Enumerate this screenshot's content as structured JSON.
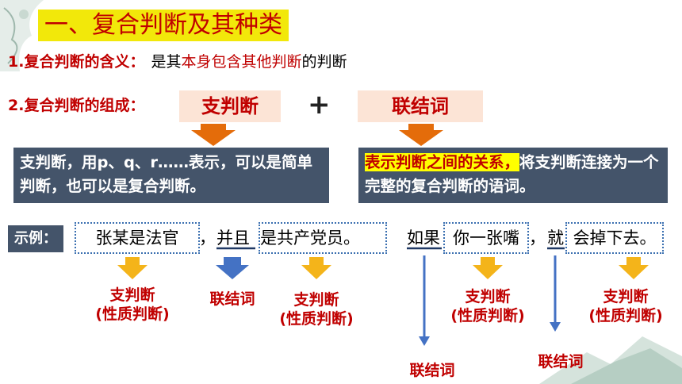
{
  "title": "一、复合判断及其种类",
  "definition": {
    "label": "1.复合判断的含义：",
    "prefix": "是其",
    "highlight": "本身包含其他判断",
    "suffix": "的判断"
  },
  "composition": {
    "label": "2.复合判断的组成：",
    "part1": "支判断",
    "plus": "+",
    "part2": "联结词",
    "desc1": "支判断，用p、q、r……表示，可以是简单判断，也可以是复合判断。",
    "desc2_highlight": "表示判断之间的关系，",
    "desc2_rest": "将支判断连接为一个完整的复合判断的语词。"
  },
  "example": {
    "label": "示例：",
    "s1": {
      "a": "张某是法官",
      "comma": "，",
      "conn": "并且",
      "b": "是共产党员。"
    },
    "s2": {
      "conn1": "如果",
      "a": "你一张嘴",
      "comma": "，",
      "conn2": "就",
      "b": "会掉下去。"
    },
    "labels": {
      "branch": "支判断",
      "nature": "(性质判断)",
      "connective": "联结词"
    }
  },
  "colors": {
    "title_bg": "#f2e80a",
    "accent_red": "#c00000",
    "dark_box": "#44546a",
    "arrow_orange": "#f4b41a",
    "arrow_blue": "#4472c4"
  }
}
